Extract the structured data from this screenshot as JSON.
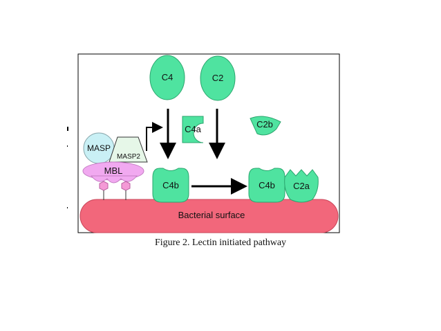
{
  "diagram": {
    "labels": {
      "c4": "C4",
      "c2": "C2",
      "c4a": "C4a",
      "c2b": "C2b",
      "masp": "MASP",
      "masp2": "MASP2",
      "mbl": "MBL",
      "c4b_left": "C4b",
      "c4b_right": "C4b",
      "c2a": "C2a",
      "surface": "Bacterial surface"
    },
    "caption": "Figure 2. Lectin initiated pathway",
    "colors": {
      "complement": "#4fe3a0",
      "complement_stroke": "#2aa56d",
      "surface": "#f2677b",
      "surface_stroke": "#c94458",
      "masp": "#c9f0f5",
      "masp2": "#e6f7e8",
      "mbl": "#f1a9f0",
      "receptor": "#f49ad6",
      "border": "#000000"
    }
  }
}
